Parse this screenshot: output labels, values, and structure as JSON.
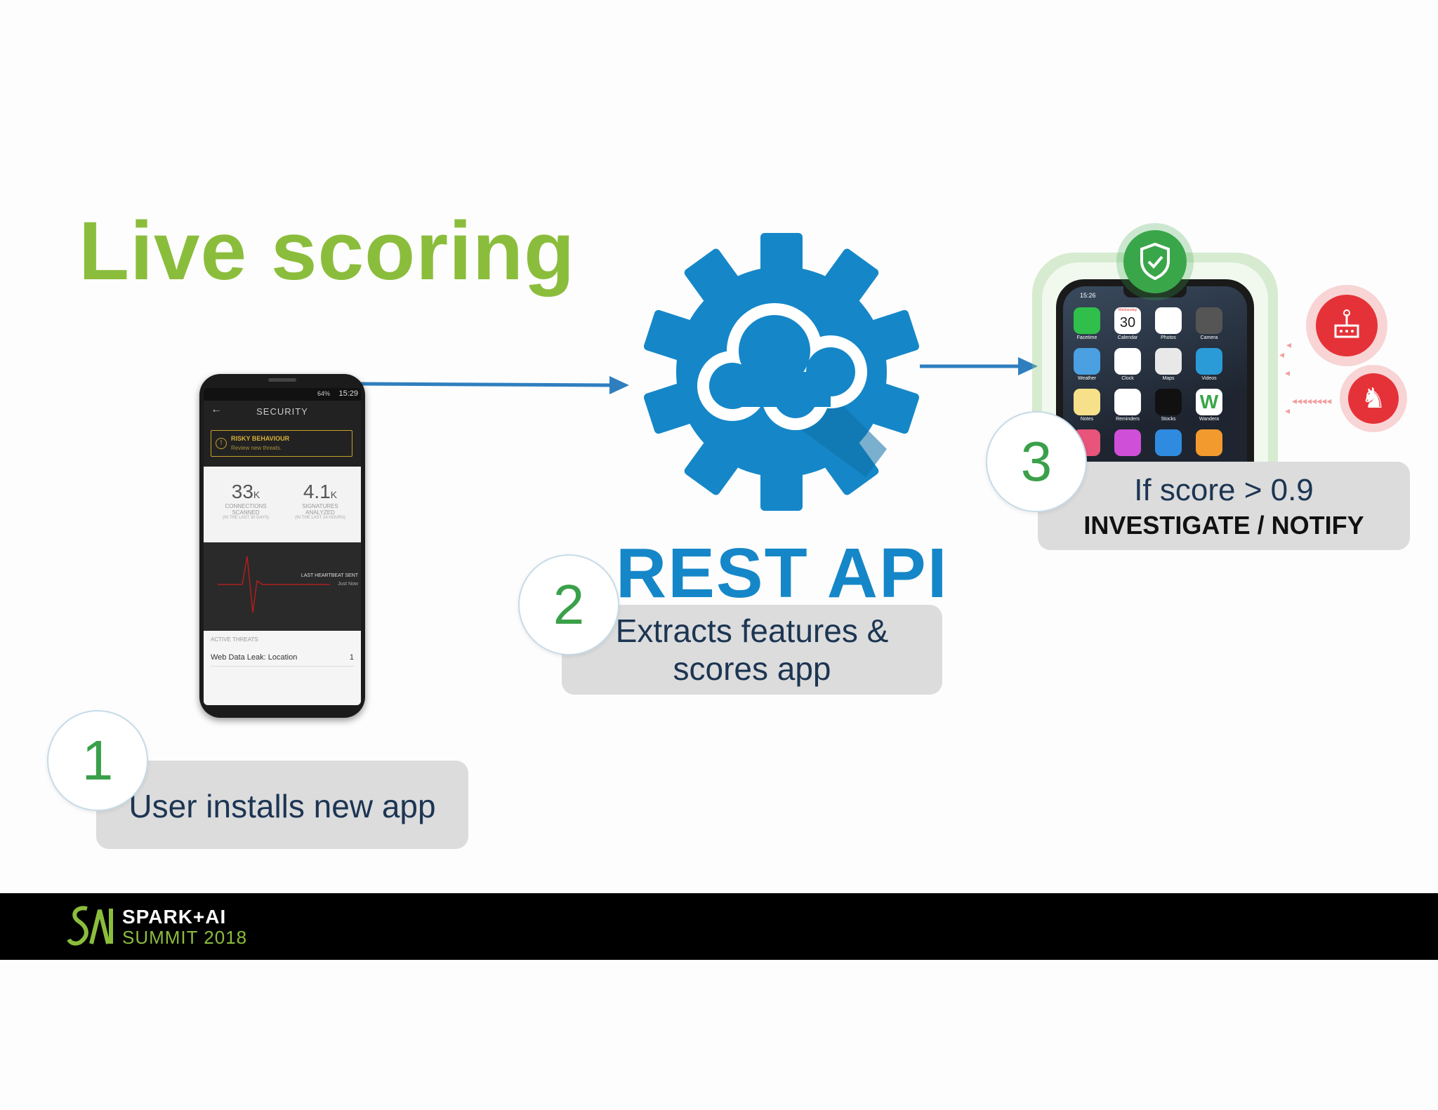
{
  "title": "Live scoring",
  "steps": [
    {
      "number": "1",
      "line1": "User installs new app",
      "line2": ""
    },
    {
      "number": "2",
      "line1": "Extracts features &",
      "line2": "scores app"
    },
    {
      "number": "3",
      "line1": "If score > 0.9",
      "line2": "INVESTIGATE / NOTIFY"
    }
  ],
  "api_label": "REST API",
  "android": {
    "status_time": "15:29",
    "status_battery": "64%",
    "header": "SECURITY",
    "alert_title": "RISKY BEHAVIOUR",
    "alert_sub": "Review new threats.",
    "stat1_value": "33",
    "stat1_unit": "K",
    "stat1_label1": "CONNECTIONS",
    "stat1_label2": "SCANNED",
    "stat1_note": "(IN THE LAST 30 DAYS)",
    "stat2_value": "4.1",
    "stat2_unit": "K",
    "stat2_label1": "SIGNATURES",
    "stat2_label2": "ANALYZED",
    "stat2_note": "(IN THE LAST 24 HOURS)",
    "heartbeat_label": "LAST HEARTBEAT SENT",
    "heartbeat_time": "Just Now",
    "threats_header": "ACTIVE THREATS",
    "threat_name": "Web Data Leak: Location",
    "threat_count": "1"
  },
  "iphone": {
    "time": "15:26",
    "calendar_day": "Wednesday",
    "calendar_date": "30",
    "apps": [
      "Facetime",
      "Calendar",
      "Photos",
      "Camera",
      "Weather",
      "Clock",
      "Maps",
      "Videos",
      "Notes",
      "Reminders",
      "Stocks",
      "Wandera"
    ]
  },
  "footer": {
    "line1": "SPARK+AI",
    "line2": "SUMMIT 2018"
  },
  "colors": {
    "title_green": "#8bbd3c",
    "api_blue": "#1587c8",
    "arrow_blue": "#2f7fbf",
    "step_number_green": "#3aa04a",
    "alert_red": "#e53238",
    "shield_green": "#3aa64a"
  }
}
